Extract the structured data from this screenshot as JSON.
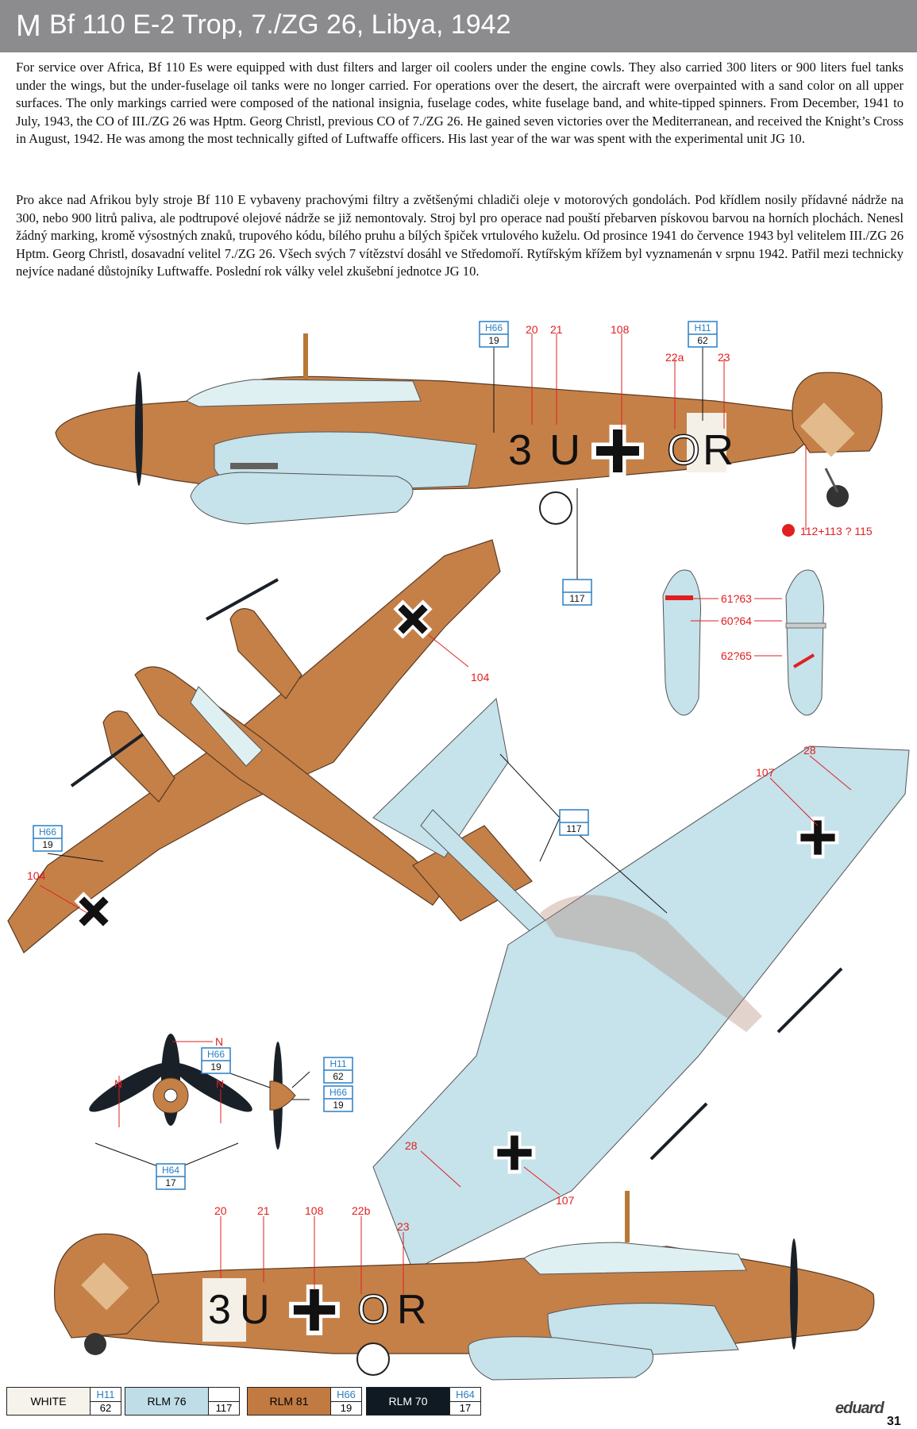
{
  "header": {
    "letter": "M",
    "title": "Bf 110 E-2 Trop, 7./ZG 26, Libya, 1942"
  },
  "text_en": "For service over Africa, Bf 110 Es were equipped with dust filters and larger oil coolers under the engine cowls. They also carried 300 liters or 900 liters fuel tanks under the wings, but the under-fuselage oil tanks were no longer carried. For operations over the desert, the aircraft were overpainted with a sand color on all upper surfaces. The only markings carried were composed of the national insignia, fuselage codes, white fuselage band, and white-tipped spinners. From December, 1941 to July, 1943, the CO of III./ZG 26 was Hptm. Georg Christl, previous CO of 7./ZG 26. He gained seven victories over the Mediterranean, and received the Knight’s Cross in August, 1942. He was among the most technically gifted of Luftwaffe officers. His last year of the war was spent with the experimental unit JG 10.",
  "text_cz": "Pro akce nad Afrikou byly stroje Bf 110 E vybaveny prachovými filtry a zvětšenými chladiči oleje v motorových gondolách. Pod křídlem nosily přídavné nádrže na 300, nebo 900 litrů paliva, ale podtrupové olejové nádrže se již nemontovaly. Stroj byl pro operace nad pouští přebarven pískovou barvou na horních plochách. Nenesl žádný marking, kromě výsostných znaků, trupového kódu, bílého pruhu a bílých špiček vrtulového kuželu. Od prosince 1941 do července 1943 byl velitelem III./ZG 26 Hptm. Georg Christl, dosavadní velitel 7./ZG 26. Všech svých 7 vítězství dosáhl ve Středomoří. Rytířským křížem byl vyznamenán v srpnu 1942. Patřil mezi technicky nejvíce nadané důstojníky Luftwaffe. Poslední rok války velel zkušební jednotce JG 10.",
  "fuselage_code": {
    "part1": "3",
    "part2": "U",
    "part3": "O",
    "part4": "R"
  },
  "callouts_top": {
    "c20": "20",
    "c21": "21",
    "c108": "108",
    "c22a": "22a",
    "c23": "23",
    "tail": "112+113 ? 115"
  },
  "callouts_tanks": {
    "a": "61?63",
    "b": "60?64",
    "c": "62?65"
  },
  "callouts_plan": {
    "c104a": "104",
    "c104b": "104",
    "c28a": "28",
    "c107a": "107",
    "c28b": "28",
    "c107b": "107"
  },
  "callouts_prop": {
    "n1": "N",
    "n2": "N",
    "n3": "N"
  },
  "callouts_bottom": {
    "c20": "20",
    "c21": "21",
    "c108": "108",
    "c22b": "22b",
    "c23": "23"
  },
  "paint_boxes": {
    "h66_a": {
      "h": "H66",
      "n": "19"
    },
    "h11_a": {
      "h": "H11",
      "n": "62"
    },
    "n117_a": {
      "n": "117"
    },
    "h66_b": {
      "h": "H66",
      "n": "19"
    },
    "n117_b": {
      "n": "117"
    },
    "h66_c": {
      "h": "H66",
      "n": "19"
    },
    "h11_c": {
      "h": "H11",
      "n": "62"
    },
    "h66_d": {
      "h": "H66",
      "n": "19"
    },
    "h64_a": {
      "h": "H64",
      "n": "17"
    }
  },
  "legend": [
    {
      "name": "WHITE",
      "h": "H11",
      "n": "62",
      "color": "#f6f3ec",
      "text_color": "#111"
    },
    {
      "name": "RLM 76",
      "h": "",
      "n": "117",
      "color": "#bfdde6",
      "text_color": "#111"
    },
    {
      "name": "RLM 81",
      "h": "H66",
      "n": "19",
      "color": "#c07a42",
      "text_color": "#111"
    },
    {
      "name": "RLM 70",
      "h": "H64",
      "n": "17",
      "color": "#0f1a22",
      "text_color": "#fff"
    }
  ],
  "colors": {
    "sand": "#c58048",
    "light_blue": "#bcdbe5",
    "callout_red": "#e02020",
    "code_blue": "#2a7fc4"
  },
  "brand": "eduard",
  "page_number": "31"
}
